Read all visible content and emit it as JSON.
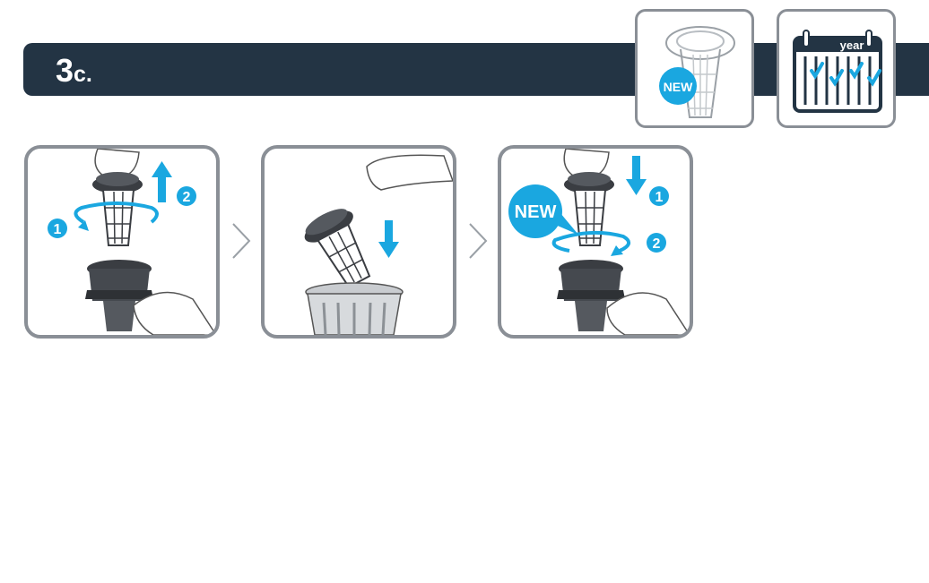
{
  "step": {
    "number": "3",
    "suffix": "c."
  },
  "info_cards": {
    "new_filter_badge": "NEW",
    "calendar_label": "year",
    "calendar_checkmarks": 4
  },
  "panels": [
    {
      "steps": [
        "1",
        "2"
      ]
    },
    {
      "steps": []
    },
    {
      "badge": "NEW",
      "steps": [
        "1",
        "2"
      ]
    }
  ],
  "colors": {
    "header": "#233444",
    "accent": "#1aa7e0",
    "frame": "#8a8f96",
    "part": "#3a3d42"
  }
}
